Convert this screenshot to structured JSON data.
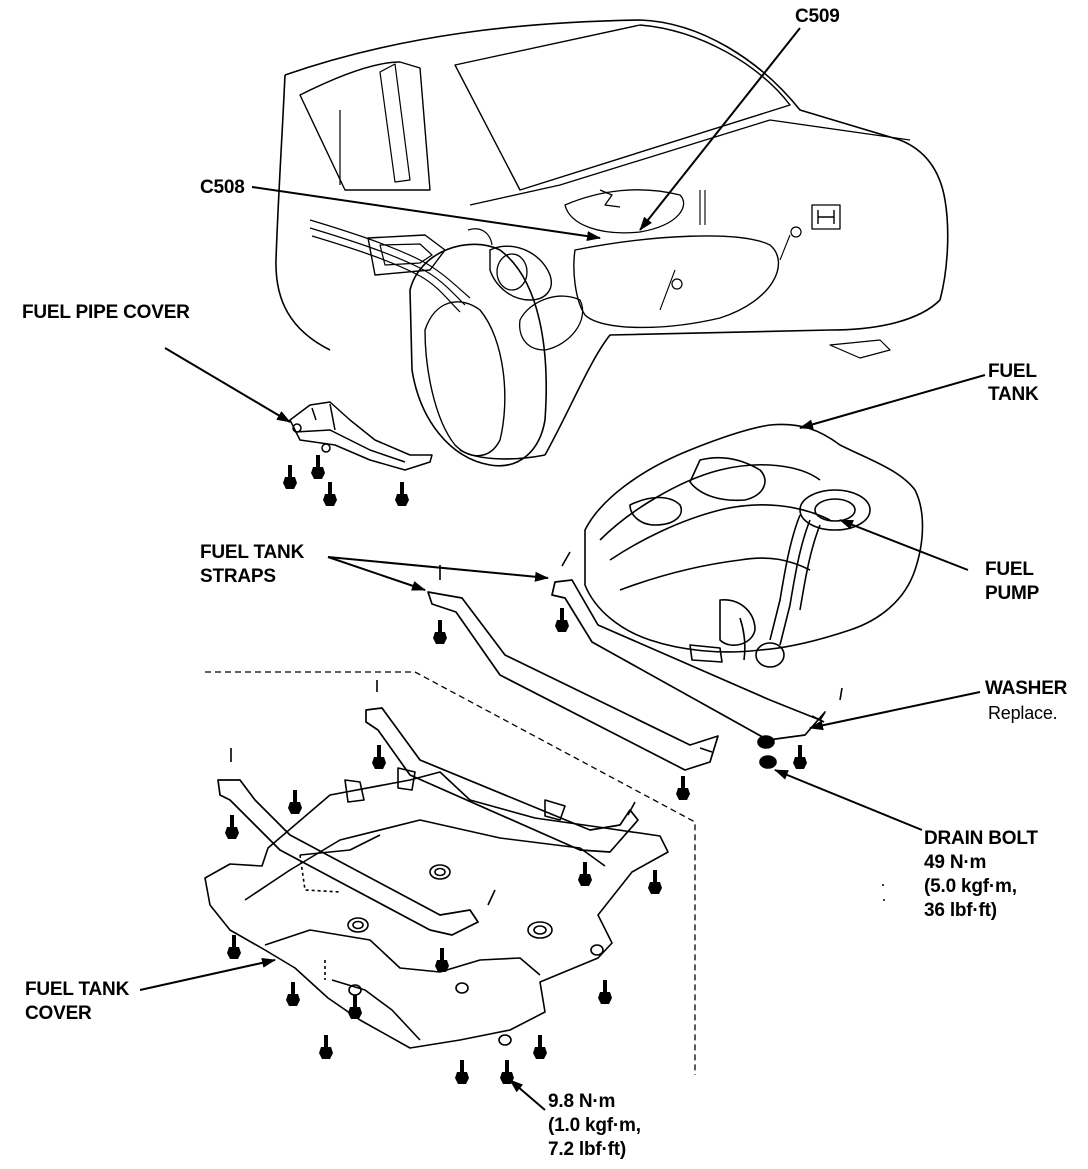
{
  "colors": {
    "ink": "#000000",
    "paper": "#ffffff"
  },
  "labels": {
    "c509": "C509",
    "c508": "C508",
    "fuel_pipe_cover": "FUEL PIPE COVER",
    "fuel_tank": {
      "line1": "FUEL",
      "line2": "TANK"
    },
    "fuel_tank_straps": {
      "line1": "FUEL TANK",
      "line2": "STRAPS"
    },
    "fuel_pump": {
      "line1": "FUEL",
      "line2": "PUMP"
    },
    "washer": {
      "title": "WASHER",
      "note": "Replace."
    },
    "drain_bolt": {
      "title": "DRAIN BOLT",
      "torque_nm": "49 N·m",
      "torque_kgf": "(5.0 kgf·m,",
      "torque_lbf": "36 lbf·ft)"
    },
    "fuel_tank_cover": {
      "line1": "FUEL TANK",
      "line2": "COVER"
    },
    "cover_bolt": {
      "torque_nm": "9.8 N·m",
      "torque_kgf": "(1.0 kgf·m,",
      "torque_lbf": "7.2 lbf·ft)"
    }
  },
  "icons": {
    "bolt": "bolt-icon",
    "emblem": "honda-emblem-icon"
  }
}
